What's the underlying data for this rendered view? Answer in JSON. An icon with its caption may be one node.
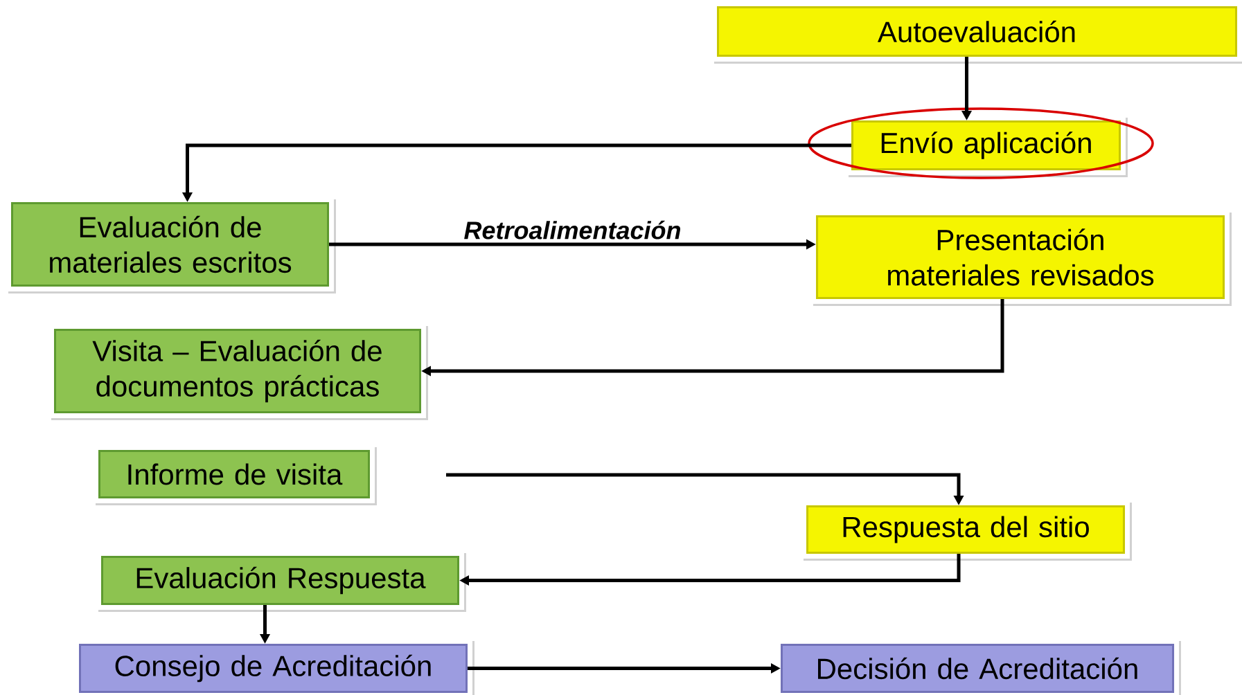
{
  "diagram": {
    "nodes": [
      {
        "text": [
          "Autoevaluación"
        ]
      },
      {
        "text": [
          "Envío aplicación"
        ]
      },
      {
        "text": [
          "Evaluación de materiales escritos"
        ]
      },
      {
        "text": [
          "Presentación materiales revisados"
        ]
      },
      {
        "text": [
          "Visita – Evaluación de documentos prácticas"
        ]
      },
      {
        "text": [
          "Informe de visita"
        ]
      },
      {
        "text": [
          "Respuesta del sitio"
        ]
      },
      {
        "text": [
          "Evaluación Respuesta"
        ]
      },
      {
        "text": [
          "Consejo de Acreditación"
        ]
      },
      {
        "text": [
          "Decisión de Acreditación"
        ]
      }
    ],
    "edges": [
      {
        "from": 0,
        "to": 1,
        "arrow": "to"
      },
      {
        "from": 1,
        "to": 2,
        "arrow": "to"
      },
      {
        "from": 2,
        "to": 3,
        "arrow": "to",
        "label": "Retroalimentación"
      },
      {
        "from": 3,
        "to": 4,
        "arrow": "to"
      },
      {
        "from": null,
        "to": 6,
        "arrow": "to"
      },
      {
        "from": 6,
        "to": 7,
        "arrow": "to"
      },
      {
        "from": 7,
        "to": 8,
        "arrow": "to"
      },
      {
        "from": 8,
        "to": 9,
        "arrow": "to"
      }
    ]
  }
}
